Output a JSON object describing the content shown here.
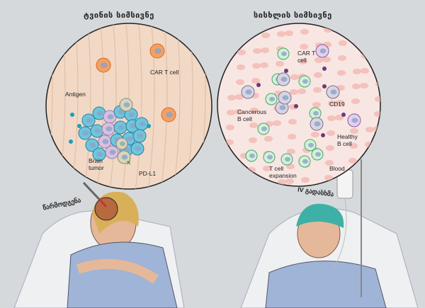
{
  "titles": {
    "brain": "ტვინის სიმსივნე",
    "blood": "სისხლის სიმსივნე"
  },
  "brain_panel": {
    "car_t_cell": "CAR T cell",
    "antigen": "Antigen",
    "brain_tumor": "Brain tumor",
    "pd_l1": "PD-L1"
  },
  "blood_panel": {
    "car_t_cell": "CAR T cell",
    "cancerous_b_cell": "Cancerous B cell",
    "cd19": "CD19",
    "healthy_b_cell": "Healthy B cell",
    "t_cell_expansion": "T cell expansion",
    "blood": "Blood"
  },
  "patients": {
    "left_procedure": "წარმოდგენა",
    "right_procedure": "IV გადასხმა"
  },
  "colors": {
    "background": "#d6d9dc",
    "brain_tissue": "#f1d9c6",
    "blood_bg": "#f8e6e3",
    "tumor_cell": "#6ec6dc",
    "car_t_orange": "#ef8a3c",
    "car_t_green": "#3daa6a",
    "b_cell": "#b8b3c6",
    "cd19_purple": "#6b3b78"
  }
}
